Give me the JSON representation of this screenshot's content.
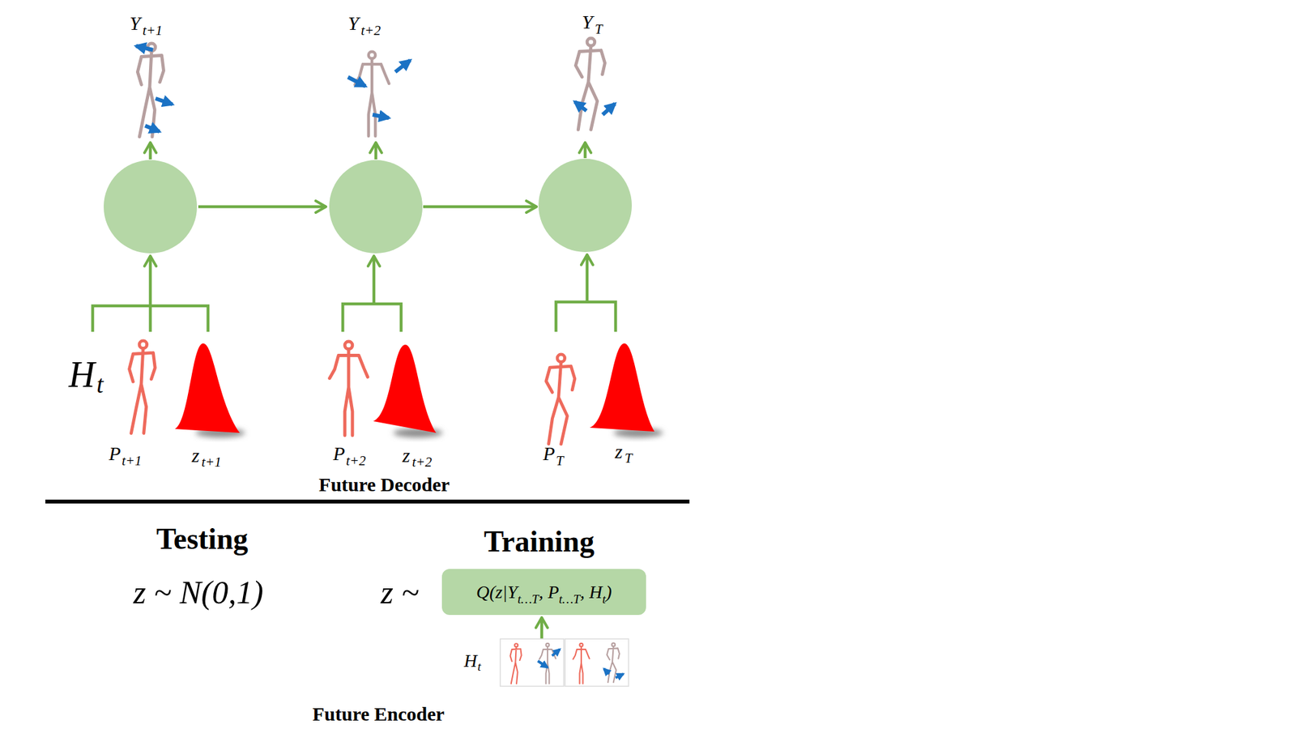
{
  "diagram": {
    "nodes": [
      {
        "text": [
          "Q(z|Y",
          "t…T",
          ", P",
          "t…T",
          ", H",
          "t",
          ")"
        ]
      }
    ],
    "labels": [
      "Y",
      "t+1",
      "Y",
      "t+2",
      "Y",
      "T",
      "H",
      "t",
      "P",
      "t+1",
      "z",
      "t+1",
      "P",
      "t+2",
      "z",
      "t+2",
      "P",
      "T",
      "z",
      "T",
      "Future Decoder",
      "Testing",
      "Training",
      "z ~ N(0,1)",
      "z ~",
      "H",
      "t",
      "Future Encoder"
    ]
  }
}
